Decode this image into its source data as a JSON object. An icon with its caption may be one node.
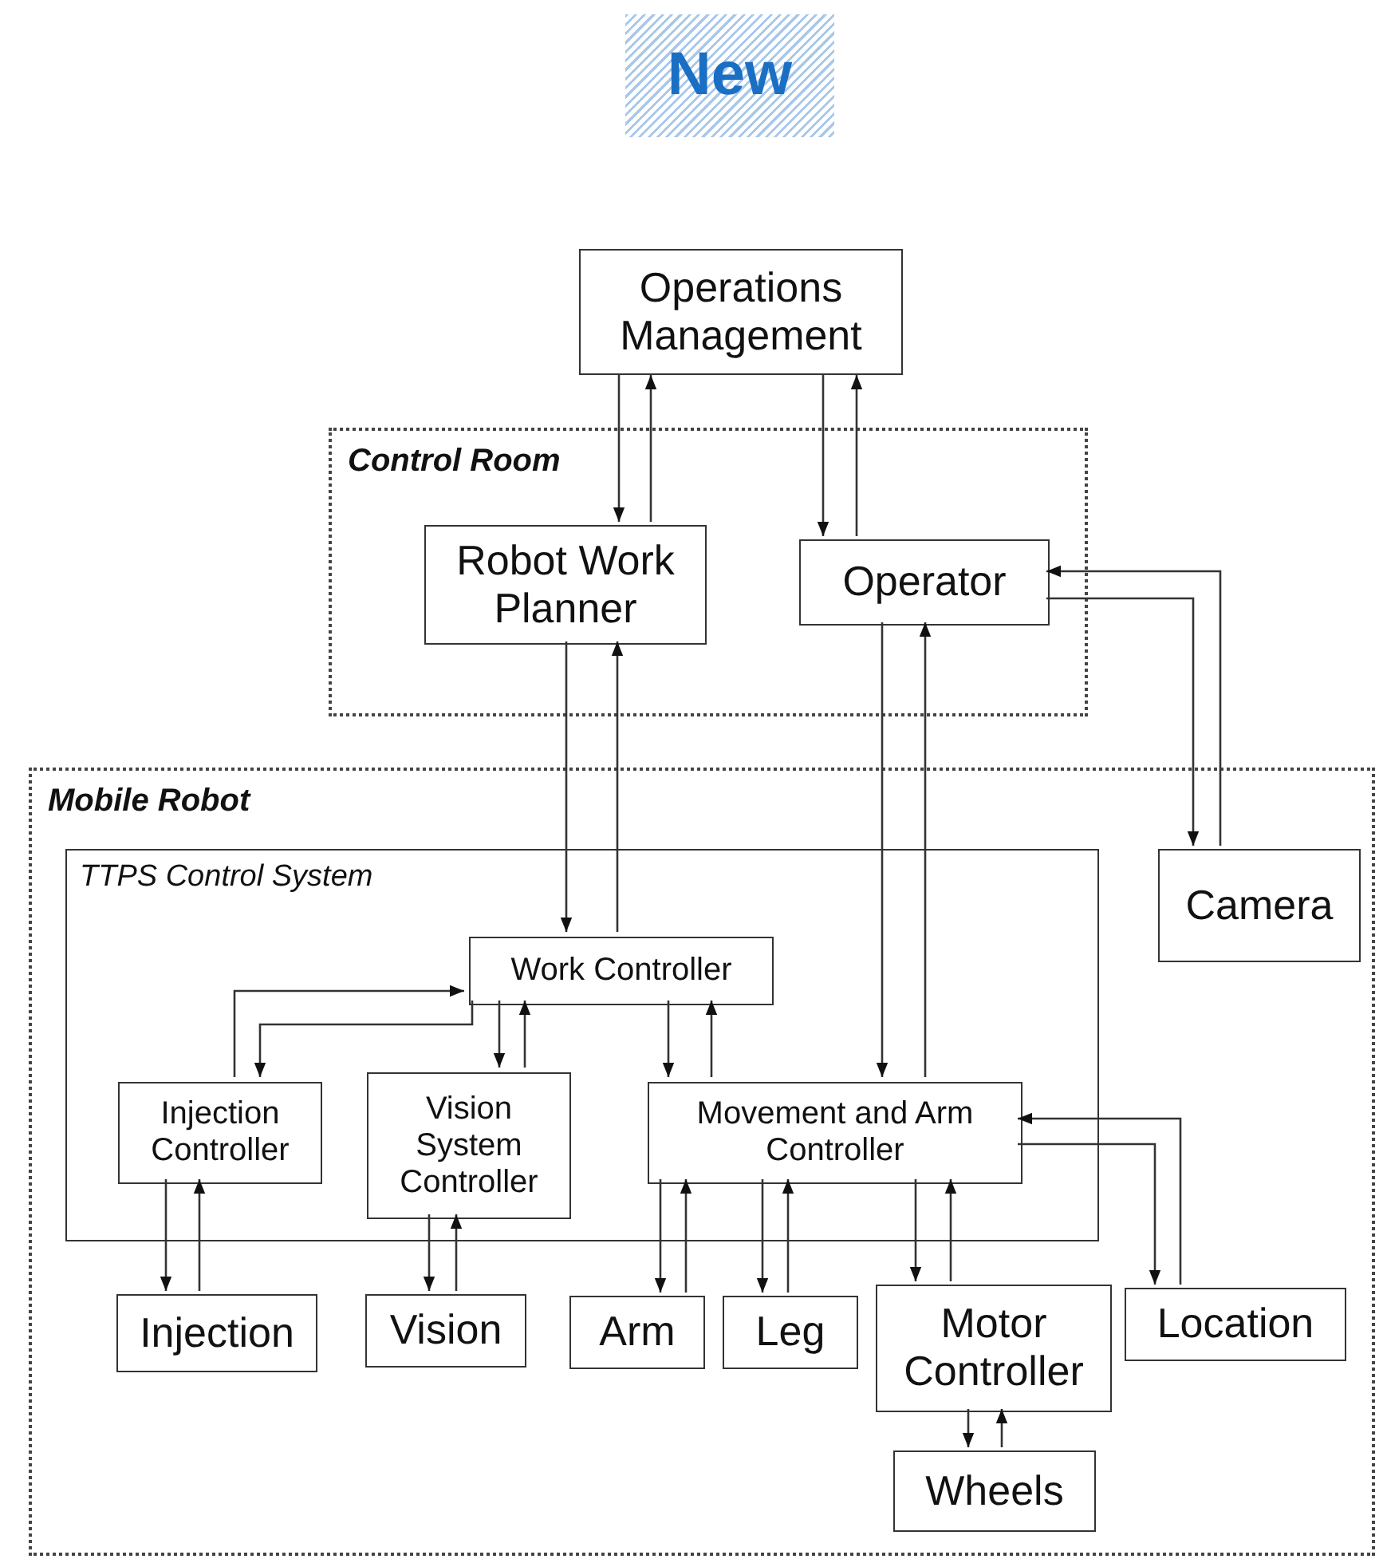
{
  "diagram": {
    "nodes": [
      {
        "text": [
          "Operations Management"
        ]
      },
      {
        "text": [
          "Control Room"
        ]
      },
      {
        "text": [
          "Robot Work Planner"
        ],
        "in": 1
      },
      {
        "text": [
          "Operator"
        ],
        "in": 1
      },
      {
        "text": [
          "Mobile Robot"
        ]
      },
      {
        "text": [
          "TTPS Control System"
        ],
        "in": 4
      },
      {
        "text": [
          "Work Controller"
        ],
        "in": 5
      },
      {
        "text": [
          "Injection Controller"
        ],
        "in": 5
      },
      {
        "text": [
          "Vision System Controller"
        ],
        "in": 5
      },
      {
        "text": [
          "Movement and Arm Controller"
        ],
        "in": 5
      },
      {
        "text": [
          "Camera"
        ],
        "in": 4
      },
      {
        "text": [
          "Injection"
        ],
        "in": 4
      },
      {
        "text": [
          "Vision"
        ],
        "in": 4
      },
      {
        "text": [
          "Arm"
        ],
        "in": 4
      },
      {
        "text": [
          "Leg"
        ],
        "in": 4
      },
      {
        "text": [
          "Motor Controller"
        ],
        "in": 4
      },
      {
        "text": [
          "Location"
        ],
        "in": 4
      },
      {
        "text": [
          "Wheels"
        ],
        "in": 4
      }
    ],
    "edges": [
      {
        "from": 0,
        "to": 2,
        "arrow": "to"
      },
      {
        "from": 2,
        "to": 0,
        "arrow": "to"
      },
      {
        "from": 0,
        "to": 3,
        "arrow": "to"
      },
      {
        "from": 3,
        "to": 0,
        "arrow": "to"
      },
      {
        "from": 3,
        "to": 10,
        "arrow": "to"
      },
      {
        "from": 10,
        "to": 3,
        "arrow": "to"
      },
      {
        "from": 2,
        "to": 6,
        "arrow": "to"
      },
      {
        "from": 6,
        "to": 2,
        "arrow": "to"
      },
      {
        "from": 3,
        "to": 9,
        "arrow": "to"
      },
      {
        "from": 9,
        "to": 3,
        "arrow": "to"
      },
      {
        "from": 6,
        "to": 7,
        "arrow": "to"
      },
      {
        "from": 7,
        "to": 6,
        "arrow": "to"
      },
      {
        "from": 6,
        "to": 8,
        "arrow": "to"
      },
      {
        "from": 8,
        "to": 6,
        "arrow": "to"
      },
      {
        "from": 6,
        "to": 9,
        "arrow": "to"
      },
      {
        "from": 9,
        "to": 6,
        "arrow": "to"
      },
      {
        "from": 7,
        "to": 11,
        "arrow": "to"
      },
      {
        "from": 11,
        "to": 7,
        "arrow": "to"
      },
      {
        "from": 8,
        "to": 12,
        "arrow": "to"
      },
      {
        "from": 12,
        "to": 8,
        "arrow": "to"
      },
      {
        "from": 9,
        "to": 13,
        "arrow": "to"
      },
      {
        "from": 13,
        "to": 9,
        "arrow": "to"
      },
      {
        "from": 9,
        "to": 14,
        "arrow": "to"
      },
      {
        "from": 14,
        "to": 9,
        "arrow": "to"
      },
      {
        "from": 9,
        "to": 15,
        "arrow": "to"
      },
      {
        "from": 15,
        "to": 9,
        "arrow": "to"
      },
      {
        "from": 9,
        "to": 16,
        "arrow": "to"
      },
      {
        "from": 16,
        "to": 9,
        "arrow": "to"
      },
      {
        "from": 15,
        "to": 17,
        "arrow": "to"
      },
      {
        "from": 17,
        "to": 15,
        "arrow": "to"
      }
    ],
    "labels": [
      "New"
    ]
  }
}
